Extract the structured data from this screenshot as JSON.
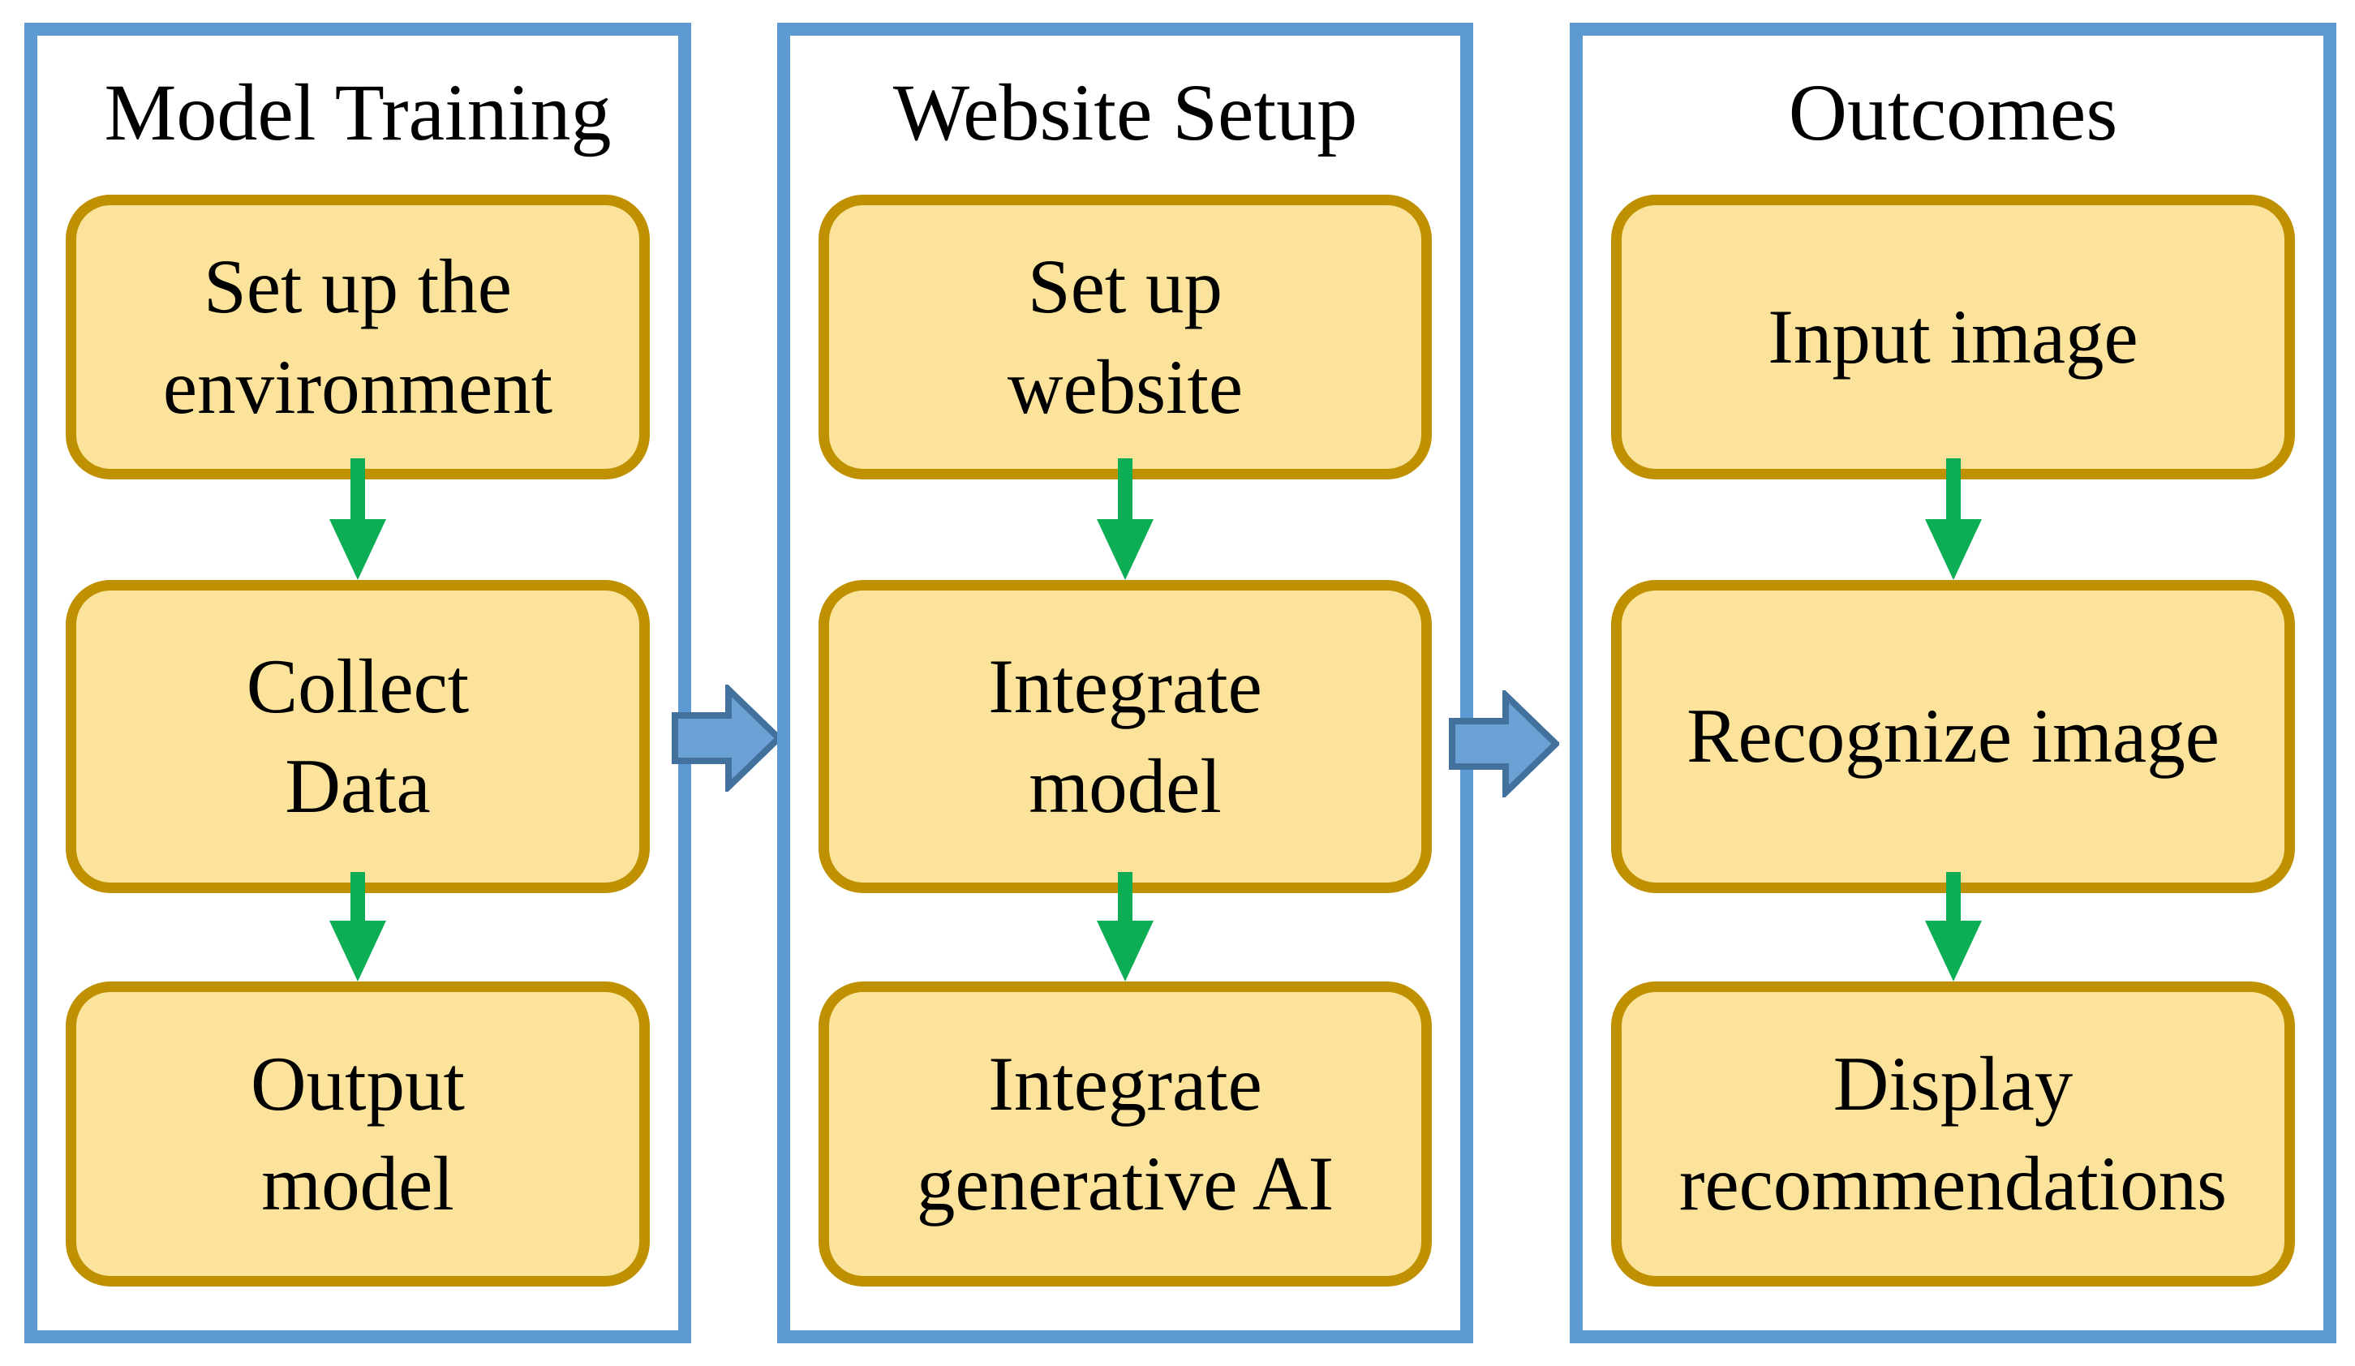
{
  "diagram": {
    "columns": [
      {
        "title": "Model Training",
        "boxes": [
          {
            "text": "Set up the\nenvironment"
          },
          {
            "text": "Collect\nData"
          },
          {
            "text": "Output\nmodel"
          }
        ]
      },
      {
        "title": "Website Setup",
        "boxes": [
          {
            "text": "Set up\nwebsite"
          },
          {
            "text": "Integrate\nmodel"
          },
          {
            "text": "Integrate\ngenerative AI"
          }
        ]
      },
      {
        "title": "Outcomes",
        "boxes": [
          {
            "text": "Input image"
          },
          {
            "text": "Recognize image"
          },
          {
            "text": "Display\nrecommendations"
          }
        ]
      }
    ],
    "colors": {
      "background": "#FFFFFF",
      "panel_border": "#5D9AD4",
      "box_fill": "#FBE39B",
      "box_border": "#BF9000",
      "down_arrow_green": "#0CAD55",
      "right_arrow_fill": "#6BA1D4",
      "right_arrow_border": "#41719C",
      "text": "#000000"
    }
  }
}
